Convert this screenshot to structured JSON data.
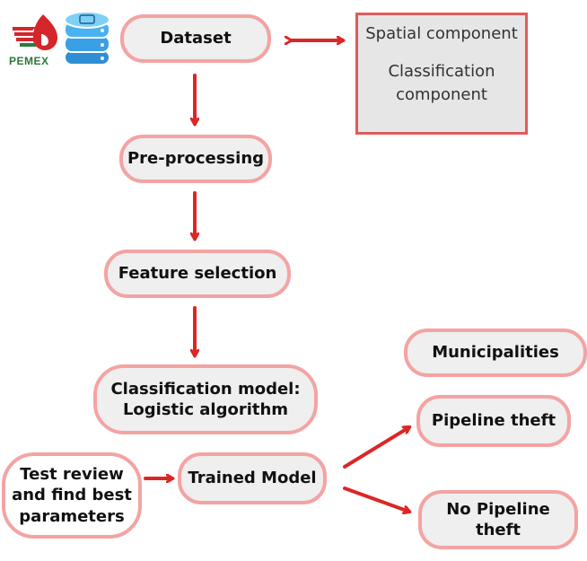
{
  "logos": {
    "pemex_label": "PEMEX",
    "pemex_icon": "pemex-eagle-icon",
    "database_icon": "database-icon"
  },
  "nodes": {
    "dataset": "Dataset",
    "preprocessing": "Pre-processing",
    "feature_selection": "Feature selection",
    "classification_line1": "Classification model:",
    "classification_line2": "Logistic algorithm",
    "test_line1": "Test review",
    "test_line2": "and find best",
    "test_line3": "parameters",
    "trained_model": "Trained Model",
    "municipalities": "Municipalities",
    "pipeline_theft": "Pipeline theft",
    "no_pipeline_theft": "No Pipeline theft"
  },
  "components_box": {
    "spatial": "Spatial component",
    "classification_line1": "Classification",
    "classification_line2": "component"
  },
  "colors": {
    "arrow": "#dc2626",
    "node_border": "#f4a3a3",
    "node_fill": "#efefef",
    "box_border": "#e15b5b"
  }
}
